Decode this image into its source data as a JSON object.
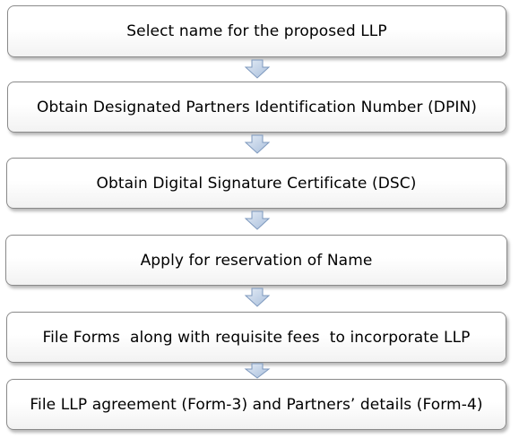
{
  "flow": {
    "steps": [
      {
        "label": "Select name for the proposed LLP"
      },
      {
        "label": "Obtain Designated Partners Identification Number (DPIN)"
      },
      {
        "label": "Obtain Digital Signature Certificate (DSC)"
      },
      {
        "label": "Apply for reservation of Name"
      },
      {
        "label": "File Forms  along with requisite fees  to incorporate LLP"
      },
      {
        "label": "File LLP agreement (Form-3) and Partners’ details (Form-4)"
      }
    ],
    "arrow_icon": "down-arrow-icon",
    "colors": {
      "box_border": "#8a8a8a",
      "box_fill": "#ffffff",
      "arrow_fill": "#b9cce4",
      "arrow_stroke": "#7d98bd",
      "text": "#000000"
    }
  }
}
